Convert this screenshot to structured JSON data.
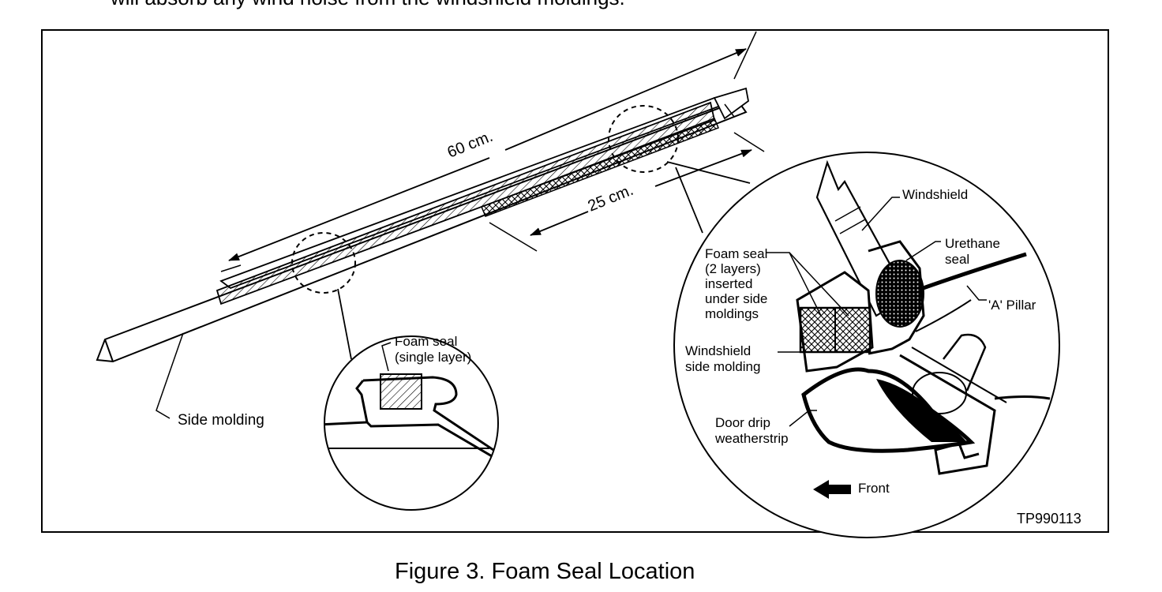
{
  "header_fragment": "will absorb any wind noise from the windshield moldings.",
  "figure": {
    "caption": "Figure 3. Foam Seal Location",
    "code": "TP990113"
  },
  "dimensions": {
    "overall": "60 cm.",
    "seal": "25 cm."
  },
  "labels": {
    "side_molding": "Side molding",
    "foam_seal_single_l1": "Foam seal",
    "foam_seal_single_l2": "(single layer)",
    "windshield": "Windshield",
    "urethane_l1": "Urethane",
    "urethane_l2": "seal",
    "a_pillar": "'A' Pillar",
    "foam_seal_2_l1": "Foam seal",
    "foam_seal_2_l2": "(2 layers)",
    "foam_seal_2_l3": "inserted",
    "foam_seal_2_l4": "under side",
    "foam_seal_2_l5": "moldings",
    "ws_molding_l1": "Windshield",
    "ws_molding_l2": "side molding",
    "door_drip_l1": "Door drip",
    "door_drip_l2": "weatherstrip",
    "front": "Front"
  }
}
